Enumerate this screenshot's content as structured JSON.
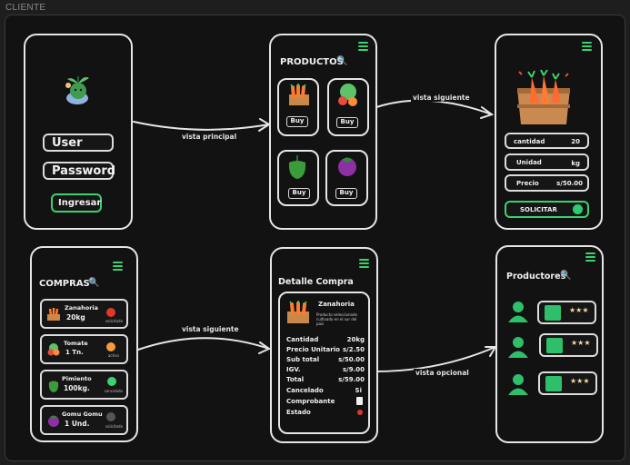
{
  "frame_title": "CLIENTE",
  "login": {
    "user_label": "User",
    "password_label": "Password",
    "submit_label": "Ingresar"
  },
  "productos": {
    "title": "PRODUCTOS",
    "items": [
      {
        "icon": "carrot-crate-icon",
        "buy": "Buy"
      },
      {
        "icon": "lettuce-tomato-icon",
        "buy": "Buy"
      },
      {
        "icon": "green-pepper-icon",
        "buy": "Buy"
      },
      {
        "icon": "mangosteen-icon",
        "buy": "Buy"
      }
    ]
  },
  "detalle_producto": {
    "cantidad_label": "cantidad",
    "cantidad_value": "20",
    "unidad_label": "Unidad",
    "unidad_value": "kg",
    "precio_label": "Precio",
    "precio_value": "s/50.00",
    "solicitar_label": "SOLICITAR"
  },
  "compras": {
    "title": "COMPRAS",
    "items": [
      {
        "name": "Zanahoria",
        "qty": "20kg",
        "status": "solicitada",
        "status_color": "#e0392b"
      },
      {
        "name": "Tomate",
        "qty": "1 Tn.",
        "status": "activo",
        "status_color": "#f39c3c"
      },
      {
        "name": "Pimiento",
        "qty": "100kg.",
        "status": "cancelado",
        "status_color": "#3bd16f"
      },
      {
        "name": "Gomu Gomu",
        "qty": "1 Und.",
        "status": "solicitada",
        "status_color": "#555555"
      }
    ]
  },
  "detalle_compra": {
    "title": "Detalle Compra",
    "product_name": "Zanahoria",
    "product_desc": "Producto seleccionado cultivado en el sur del pais",
    "rows": [
      {
        "label": "Cantidad",
        "value": "20kg"
      },
      {
        "label": "Precio Unitario",
        "value": "s/2.50"
      },
      {
        "label": "Sub total",
        "value": "s/50.00"
      },
      {
        "label": "IGV.",
        "value": "s/9.00"
      },
      {
        "label": "Total",
        "value": "s/59.00"
      },
      {
        "label": "Cancelado",
        "value": "Si"
      },
      {
        "label": "Comprobante",
        "value": ""
      },
      {
        "label": "Estado",
        "value": ""
      }
    ]
  },
  "productores": {
    "title": "Productores",
    "count": 3,
    "rating": "★★★"
  },
  "arrows": {
    "vista_principal": "vista principal",
    "vista_siguiente_1": "vista siguiente",
    "vista_siguiente_2": "vista siguiente",
    "vista_opcional": "vista opcional"
  },
  "colors": {
    "accent": "#3bd16f",
    "background": "#121212",
    "stroke": "#e6e6e6"
  }
}
